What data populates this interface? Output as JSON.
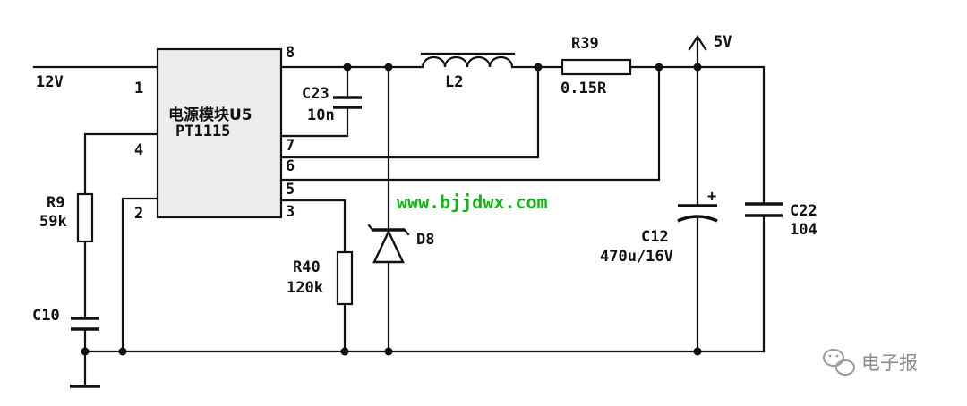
{
  "module": {
    "line1": "电源模块U5",
    "line2": "PT1115"
  },
  "pins": {
    "p1": "1",
    "p2": "2",
    "p3": "3",
    "p4": "4",
    "p5": "5",
    "p6": "6",
    "p7": "7",
    "p8": "8"
  },
  "nets": {
    "vin": "12V",
    "vout": "5V"
  },
  "components": {
    "l2": "L2",
    "r39": {
      "ref": "R39",
      "value": "0.15R"
    },
    "c23": {
      "ref": "C23",
      "value": "10n"
    },
    "r9": {
      "ref": "R9",
      "value": "59k"
    },
    "c10": {
      "ref": "C10"
    },
    "r40": {
      "ref": "R40",
      "value": "120k"
    },
    "d8": {
      "ref": "D8"
    },
    "c12": {
      "ref": "C12",
      "value": "470u/16V",
      "polarity": "+"
    },
    "c22": {
      "ref": "C22",
      "value": "104"
    }
  },
  "website": "www.bjjdwx.com",
  "watermark": {
    "text": "电子报",
    "icon": "wechat-icon"
  }
}
